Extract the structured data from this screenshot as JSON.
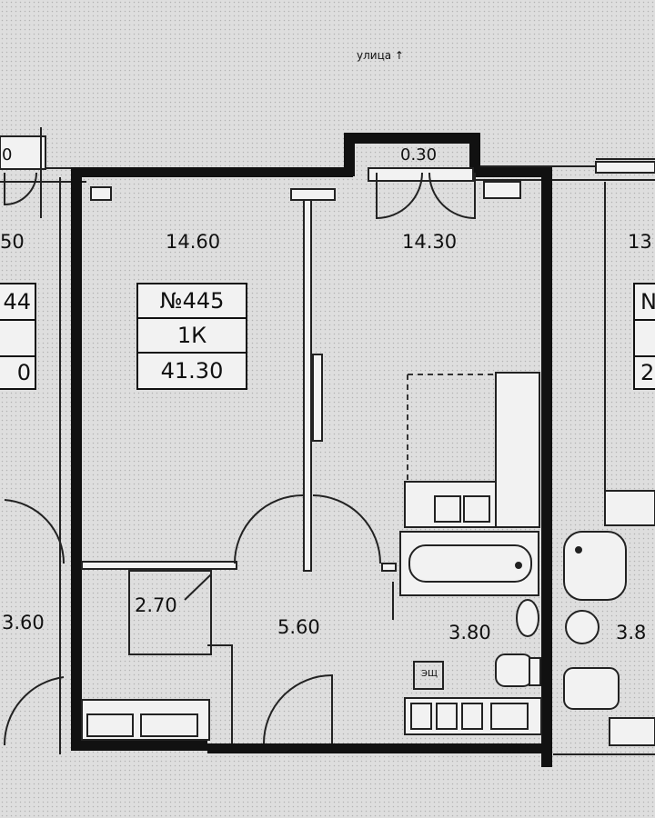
{
  "street_label": "улица ↑",
  "apartment": {
    "number": "№445",
    "type": "1К",
    "total_area": "41.30"
  },
  "rooms": {
    "living_room": "14.60",
    "kitchen": "14.30",
    "balcony": "0.30",
    "hallway": "5.60",
    "storage": "2.70",
    "bathroom": "3.80"
  },
  "neighbor_left": {
    "balcony": "0",
    "room": "50",
    "hall": "3.60",
    "info_number": "44",
    "info_area": "0"
  },
  "neighbor_right": {
    "room": "13",
    "bathroom": "3.8",
    "info_number": "N",
    "info_area": "2"
  },
  "fixture_label": "ЭЩ",
  "colors": {
    "paper": "#dedede",
    "wall": "#111111",
    "line": "#222222",
    "fill": "#f2f2f2"
  }
}
